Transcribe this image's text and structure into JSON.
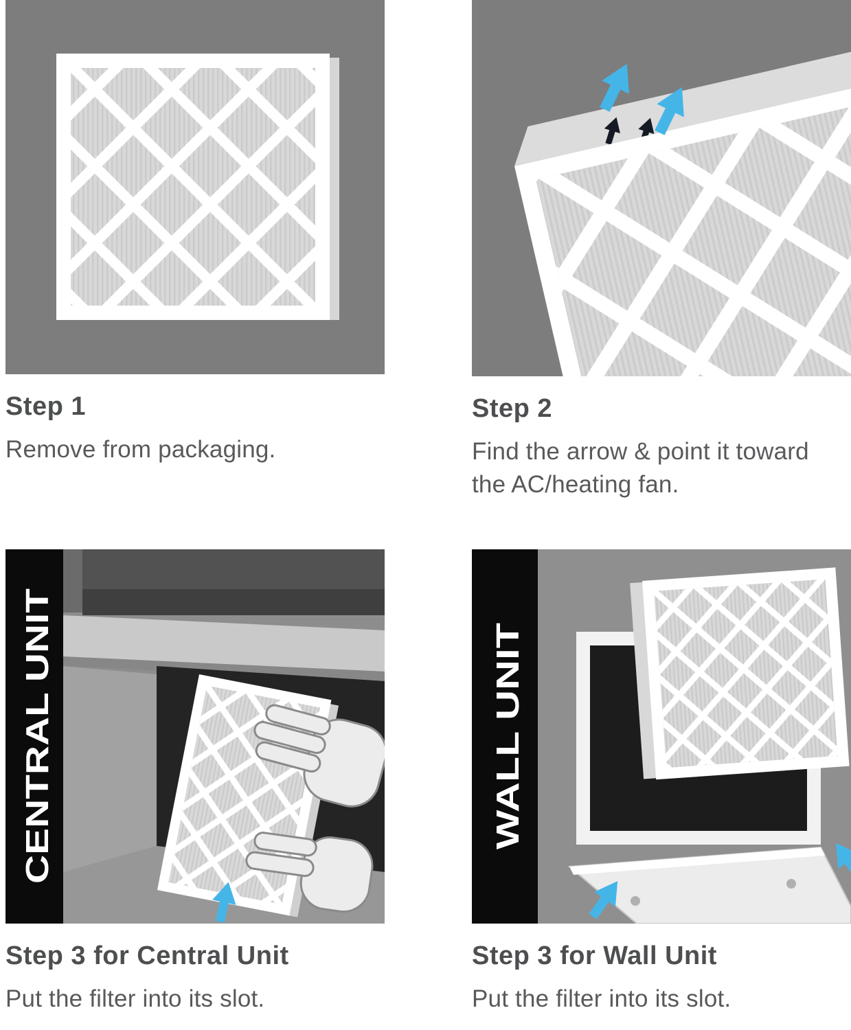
{
  "colors": {
    "panel_gray_top": "#7d7d7d",
    "panel_gray_bottom": "#8d8d8d",
    "accent_arrow_blue": "#45b5e8",
    "dark_arrow": "#161a24",
    "heading_text": "#4d4e50",
    "body_text": "#58595b",
    "band_background": "#0b0b0b",
    "band_text": "#ffffff",
    "filter_frame": "#ffffff",
    "filter_media": "#d8d8d8"
  },
  "steps": [
    {
      "title": "Step 1",
      "body": "Remove from packaging."
    },
    {
      "title": "Step 2",
      "body": "Find the arrow & point it toward the AC/heating fan."
    },
    {
      "title": "Step 3 for Central Unit",
      "body": "Put the filter into its slot.",
      "band_label": "CENTRAL UNIT"
    },
    {
      "title": "Step 3 for Wall Unit",
      "body": "Put the filter into its slot.",
      "band_label": "WALL UNIT"
    }
  ]
}
